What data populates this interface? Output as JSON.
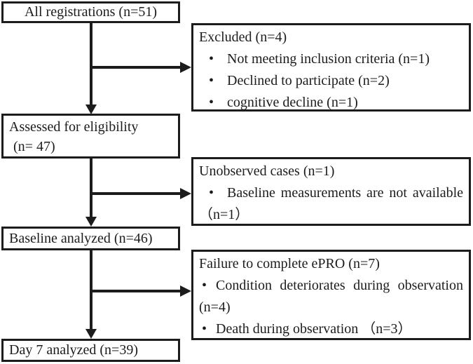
{
  "diagram": {
    "boxes": {
      "all_registrations": {
        "text": "All registrations (n=51)"
      },
      "assessed": {
        "line1": "Assessed for eligibility",
        "line2": "(n= 47)"
      },
      "baseline": {
        "text": "Baseline analyzed (n=46)"
      },
      "day7": {
        "text": "Day 7 analyzed (n=39)"
      },
      "excluded": {
        "title": "Excluded (n=4)",
        "items": [
          "Not meeting inclusion criteria (n=1)",
          "Declined to participate (n=2)",
          "cognitive decline (n=1)"
        ]
      },
      "unobserved": {
        "title": "Unobserved cases (n=1)",
        "item": "Baseline measurements are not available",
        "item_continuation": "（n=1）"
      },
      "failure": {
        "title": "Failure to complete ePRO (n=7)",
        "item1": "Condition deteriorates during observation",
        "item1_continuation": "(n=4)",
        "item2": "Death during observation （n=3）"
      }
    },
    "glyphs": {
      "bullet": "•"
    },
    "colors": {
      "line": "#1c1c1c",
      "text": "#1c1c1c",
      "background": "#ffffff"
    }
  }
}
